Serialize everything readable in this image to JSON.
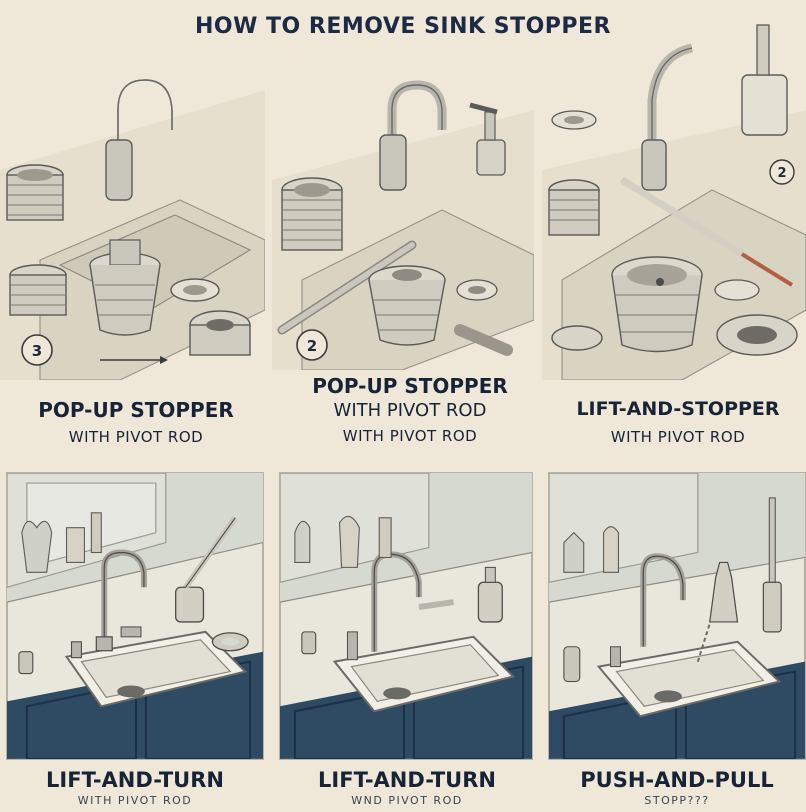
{
  "title": "HOW TO REMOVE SINK STOPPER",
  "panels": [
    {
      "step": "3",
      "caption": "POP-UP STOPPER",
      "subcaption": "WITH PIVOT ROD"
    },
    {
      "step": "2",
      "caption": "POP-UP STOPPER",
      "caption2": "WITH PIVOT ROD",
      "subcaption": "WITH PIVOT ROD"
    },
    {
      "step": "2",
      "caption": "LIFT-AND-STOPPER",
      "subcaption": "WITH PIVOT ROD"
    },
    {
      "caption": "LIFT-AND-TURN",
      "subcaption": "WITH PIVOT ROD"
    },
    {
      "caption": "LIFT-AND-TURN",
      "subcaption": "WND PIVOT ROD"
    },
    {
      "caption": "PUSH-AND-PULL",
      "subcaption": "STOPP???"
    }
  ],
  "colors": {
    "background": "#efe8d8",
    "cabinet": "#2f4a63",
    "tile": "#d6d9cf",
    "metal": "#c9c6bc",
    "ink": "#1c2b45"
  }
}
